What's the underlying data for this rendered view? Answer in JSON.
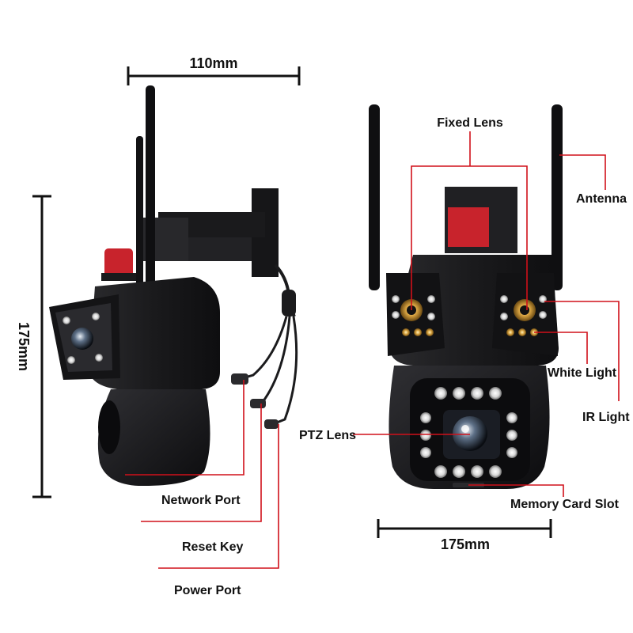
{
  "dimensions": {
    "width": "110mm",
    "height": "175mm",
    "depth": "175mm"
  },
  "labels": {
    "fixed_lens": "Fixed Lens",
    "antenna": "Antenna",
    "white_light": "White Light",
    "ir_light": "IR Light",
    "ptz_lens": "PTZ Lens",
    "memory_card_slot": "Memory Card Slot",
    "network_port": "Network Port",
    "reset_key": "Reset Key",
    "power_port": "Power Port"
  },
  "colors": {
    "leader_line": "#d0101a",
    "dimension_line": "#111111",
    "camera_body": "#1c1c1e",
    "accent_red": "#c8232c"
  }
}
